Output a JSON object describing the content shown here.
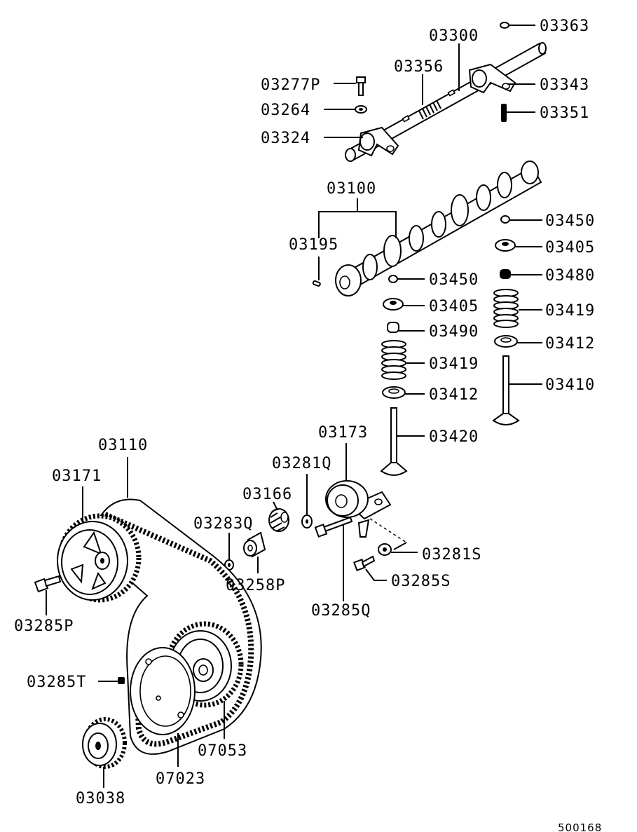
{
  "diagram": {
    "reference": "500168",
    "labels": {
      "03363": "03363",
      "03300": "03300",
      "03356": "03356",
      "03343": "03343",
      "03277P": "03277P",
      "03264": "03264",
      "03351": "03351",
      "03324": "03324",
      "03100": "03100",
      "03450a": "03450",
      "03195": "03195",
      "03405a": "03405",
      "03480": "03480",
      "03450b": "03450",
      "03405b": "03405",
      "03419a": "03419",
      "03490": "03490",
      "03412a": "03412",
      "03419b": "03419",
      "03410": "03410",
      "03412b": "03412",
      "03173": "03173",
      "03420": "03420",
      "03110": "03110",
      "03281Q": "03281Q",
      "03171": "03171",
      "03166": "03166",
      "03283Q": "03283Q",
      "03281S": "03281S",
      "03258P": "03258P",
      "03285S": "03285S",
      "03285P": "03285P",
      "03285Q": "03285Q",
      "03285T": "03285T",
      "07053": "07053",
      "07023": "07023",
      "03038": "03038"
    }
  }
}
